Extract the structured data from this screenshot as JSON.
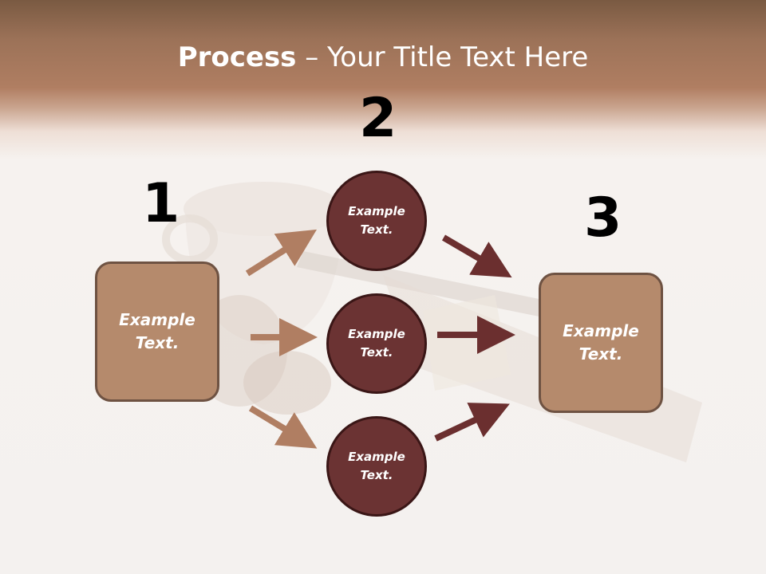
{
  "slide": {
    "title_bold": "Process",
    "title_rest": " – Your Title Text Here",
    "numbers": [
      "1",
      "2",
      "3"
    ],
    "left_box_text": "Example\nText.",
    "right_box_text": "Example\nText.",
    "circles": [
      "Example\nText.",
      "Example\nText.",
      "Example\nText."
    ]
  },
  "colors": {
    "box_fill": "#b58a6c",
    "box_border": "#6e5242",
    "circle_fill": "#6b3333",
    "circle_border": "#3a1616",
    "arrow_left": "#b07e62",
    "arrow_right": "#6b2f2f"
  }
}
